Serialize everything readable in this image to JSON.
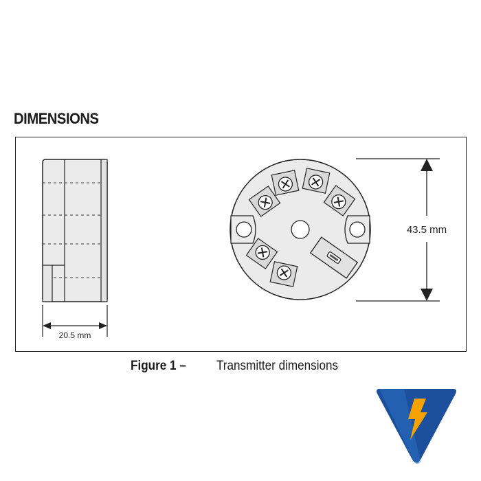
{
  "section": {
    "title": "DIMENSIONS"
  },
  "side_view": {
    "width_label": "20.5 mm"
  },
  "top_view": {
    "height_label": "43.5 mm"
  },
  "caption": {
    "label": "Figure 1 –",
    "text": "Transmitter dimensions"
  },
  "colors": {
    "body_fill": "#ebebeb",
    "line": "#222222",
    "logo_blue": "#1c4f9c",
    "logo_orange": "#f5a100"
  },
  "logo": {
    "icon": "lightning-bolt-icon"
  }
}
